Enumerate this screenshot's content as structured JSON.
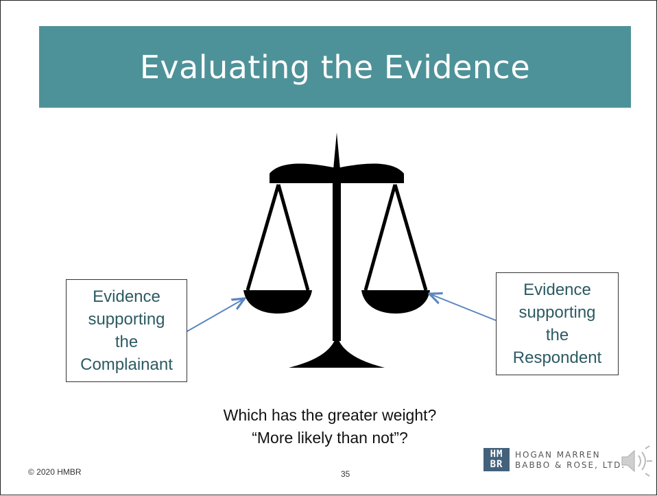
{
  "slide": {
    "title": "Evaluating the Evidence",
    "left_box": {
      "lines": [
        "Evidence",
        "supporting",
        "the",
        "Complainant"
      ]
    },
    "right_box": {
      "lines": [
        "Evidence",
        "supporting",
        "the",
        "Respondent"
      ]
    },
    "question": {
      "line1": "Which has the greater weight?",
      "line2": "“More likely than not”?"
    },
    "footer": {
      "copyright": "© 2020 HMBR",
      "page_number": "35"
    },
    "logo": {
      "mark_top": "HM",
      "mark_bottom": "BR",
      "line1": "HOGAN MARREN",
      "line2": "BABBO & ROSE, LTD."
    }
  },
  "colors": {
    "banner": "#4e9299",
    "box_text": "#2c5a62",
    "arrow": "#5b86c0",
    "logo_mark": "#43617b"
  },
  "icons": {
    "scale": "scales-of-justice-icon",
    "audio": "speaker-audio-icon"
  }
}
